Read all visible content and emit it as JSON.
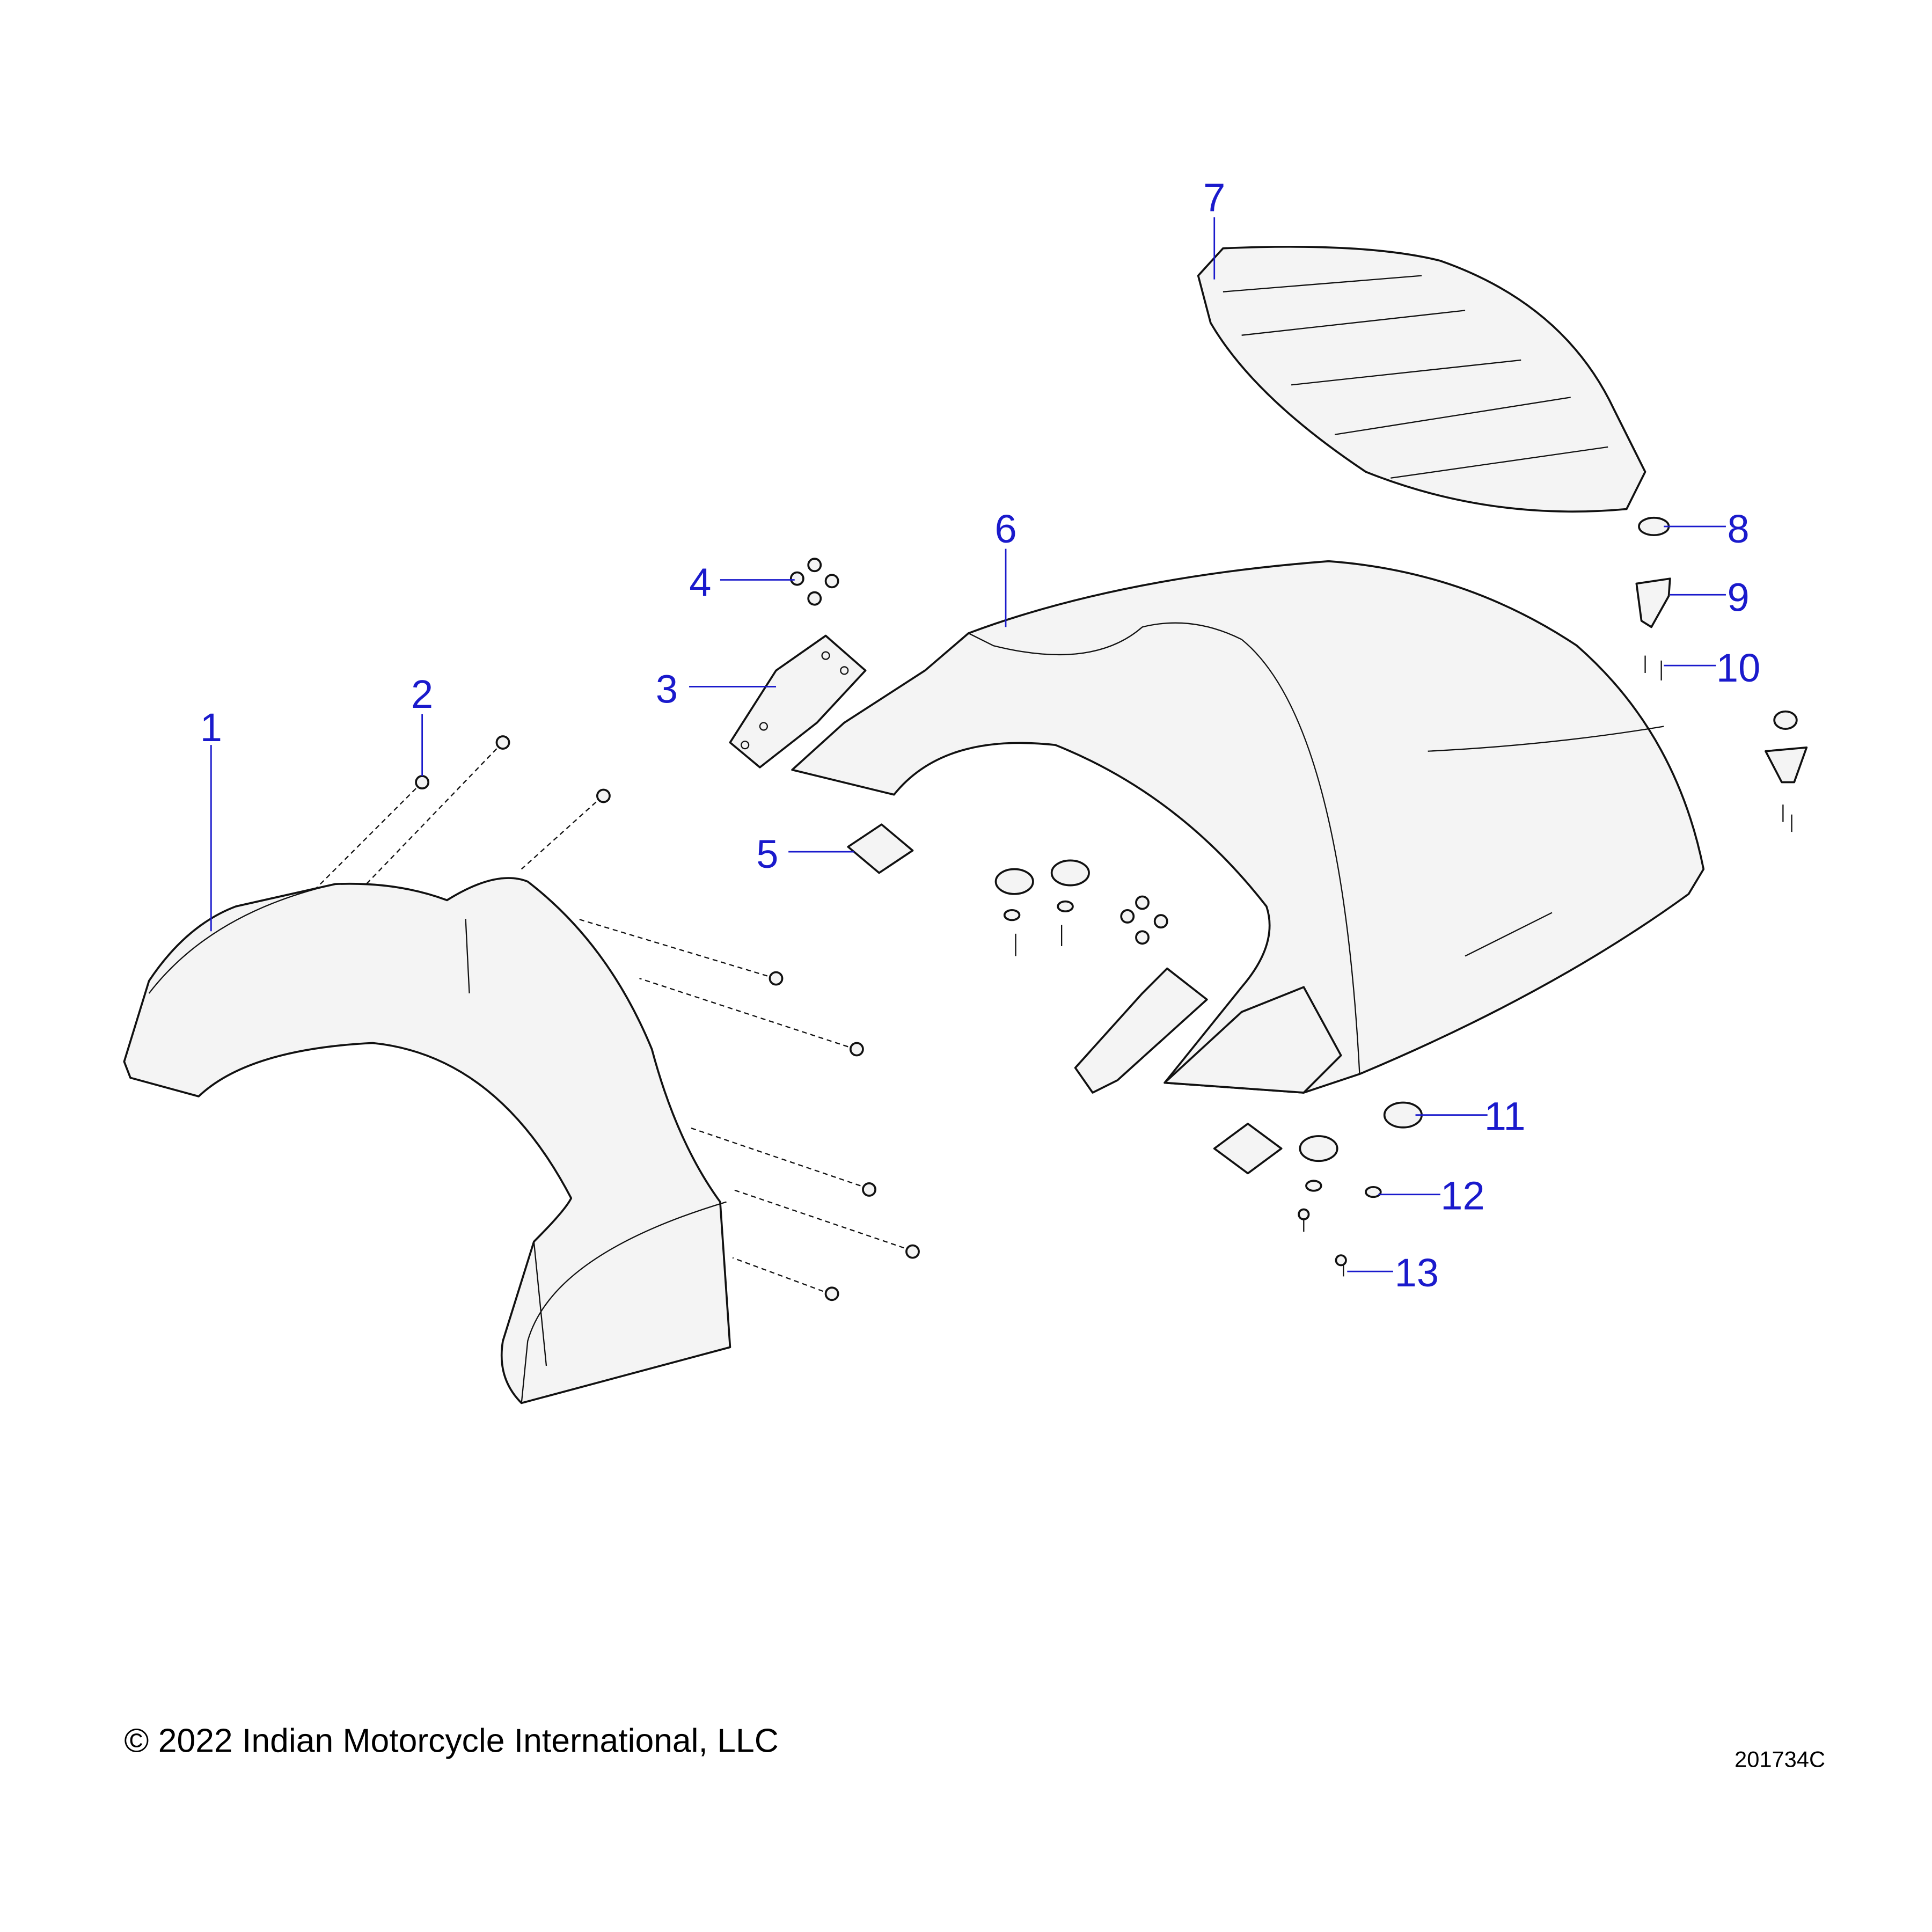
{
  "callouts": [
    "1",
    "2",
    "3",
    "4",
    "5",
    "6",
    "7",
    "8",
    "9",
    "10",
    "11",
    "12",
    "13"
  ],
  "footer": {
    "copyright": "© 2022 Indian Motorcycle International, LLC",
    "drawing_code": "201734C"
  },
  "colors": {
    "callout": "#1a1acc"
  }
}
